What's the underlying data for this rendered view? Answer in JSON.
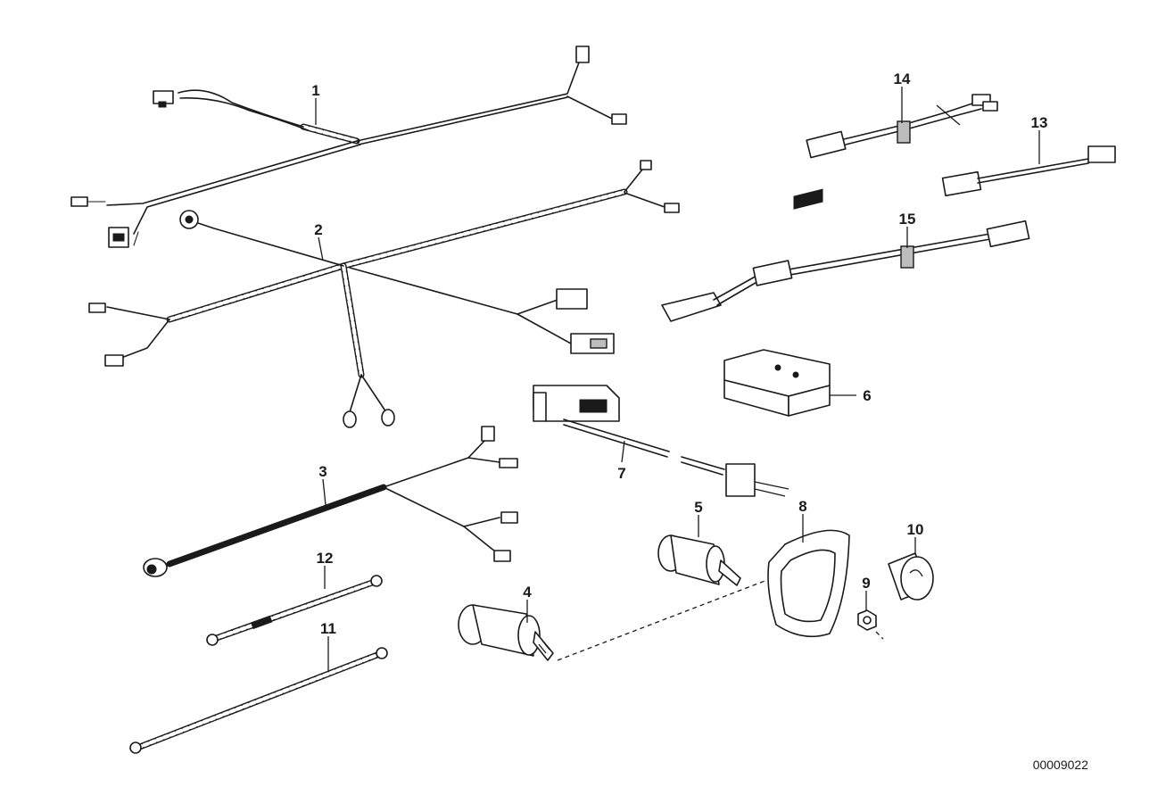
{
  "callouts": {
    "c1": "1",
    "c2": "2",
    "c3": "3",
    "c4": "4",
    "c5": "5",
    "c6": "6",
    "c7": "7",
    "c8": "8",
    "c9": "9",
    "c10": "10",
    "c11": "11",
    "c12": "12",
    "c13": "13",
    "c14": "14",
    "c15": "15"
  },
  "drawing_number": "00009022"
}
